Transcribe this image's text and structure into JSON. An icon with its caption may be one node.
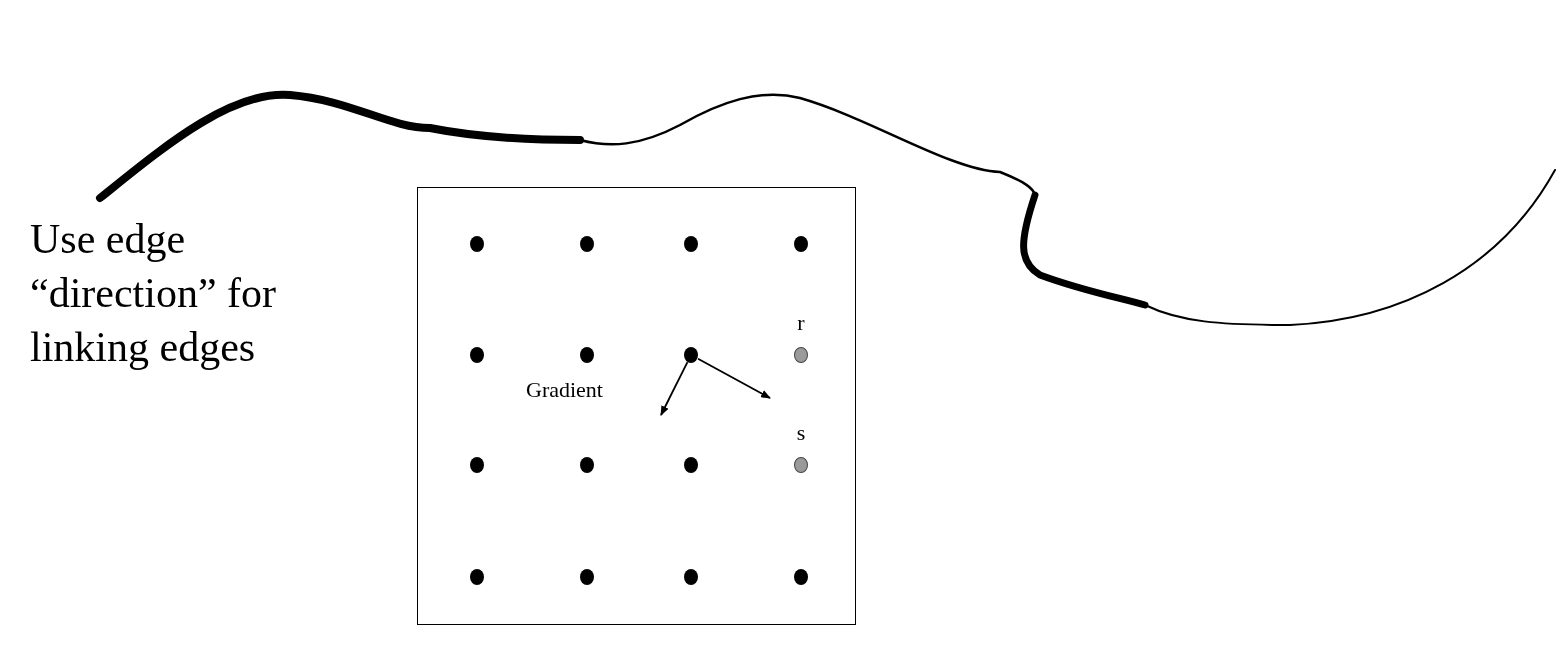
{
  "diagram": {
    "nodes": [
      {
        "text": [],
        "shape": "box"
      },
      {
        "text": [],
        "shape": "circle",
        "in": 0
      },
      {
        "text": [],
        "shape": "circle",
        "in": 0
      },
      {
        "text": [],
        "shape": "circle",
        "in": 0
      },
      {
        "text": [],
        "shape": "circle",
        "in": 0
      },
      {
        "text": [],
        "shape": "circle",
        "in": 0
      },
      {
        "text": [],
        "shape": "circle",
        "in": 0
      },
      {
        "text": [],
        "shape": "circle",
        "in": 0
      },
      {
        "text": [],
        "shape": "circle",
        "in": 0,
        "beside": [
          "r"
        ]
      },
      {
        "text": [],
        "shape": "circle",
        "in": 0
      },
      {
        "text": [],
        "shape": "circle",
        "in": 0
      },
      {
        "text": [],
        "shape": "circle",
        "in": 0
      },
      {
        "text": [],
        "shape": "circle",
        "in": 0,
        "beside": [
          "s"
        ]
      },
      {
        "text": [],
        "shape": "circle",
        "in": 0
      },
      {
        "text": [],
        "shape": "circle",
        "in": 0
      },
      {
        "text": [],
        "shape": "circle",
        "in": 0
      },
      {
        "text": [],
        "shape": "circle",
        "in": 0
      }
    ],
    "edges": [
      {
        "from": 7,
        "to": null,
        "arrow": "to",
        "label": "Gradient"
      },
      {
        "from": 7,
        "to": null,
        "arrow": "to"
      }
    ],
    "labels": [
      "Use edge “direction” for linking edges"
    ]
  }
}
